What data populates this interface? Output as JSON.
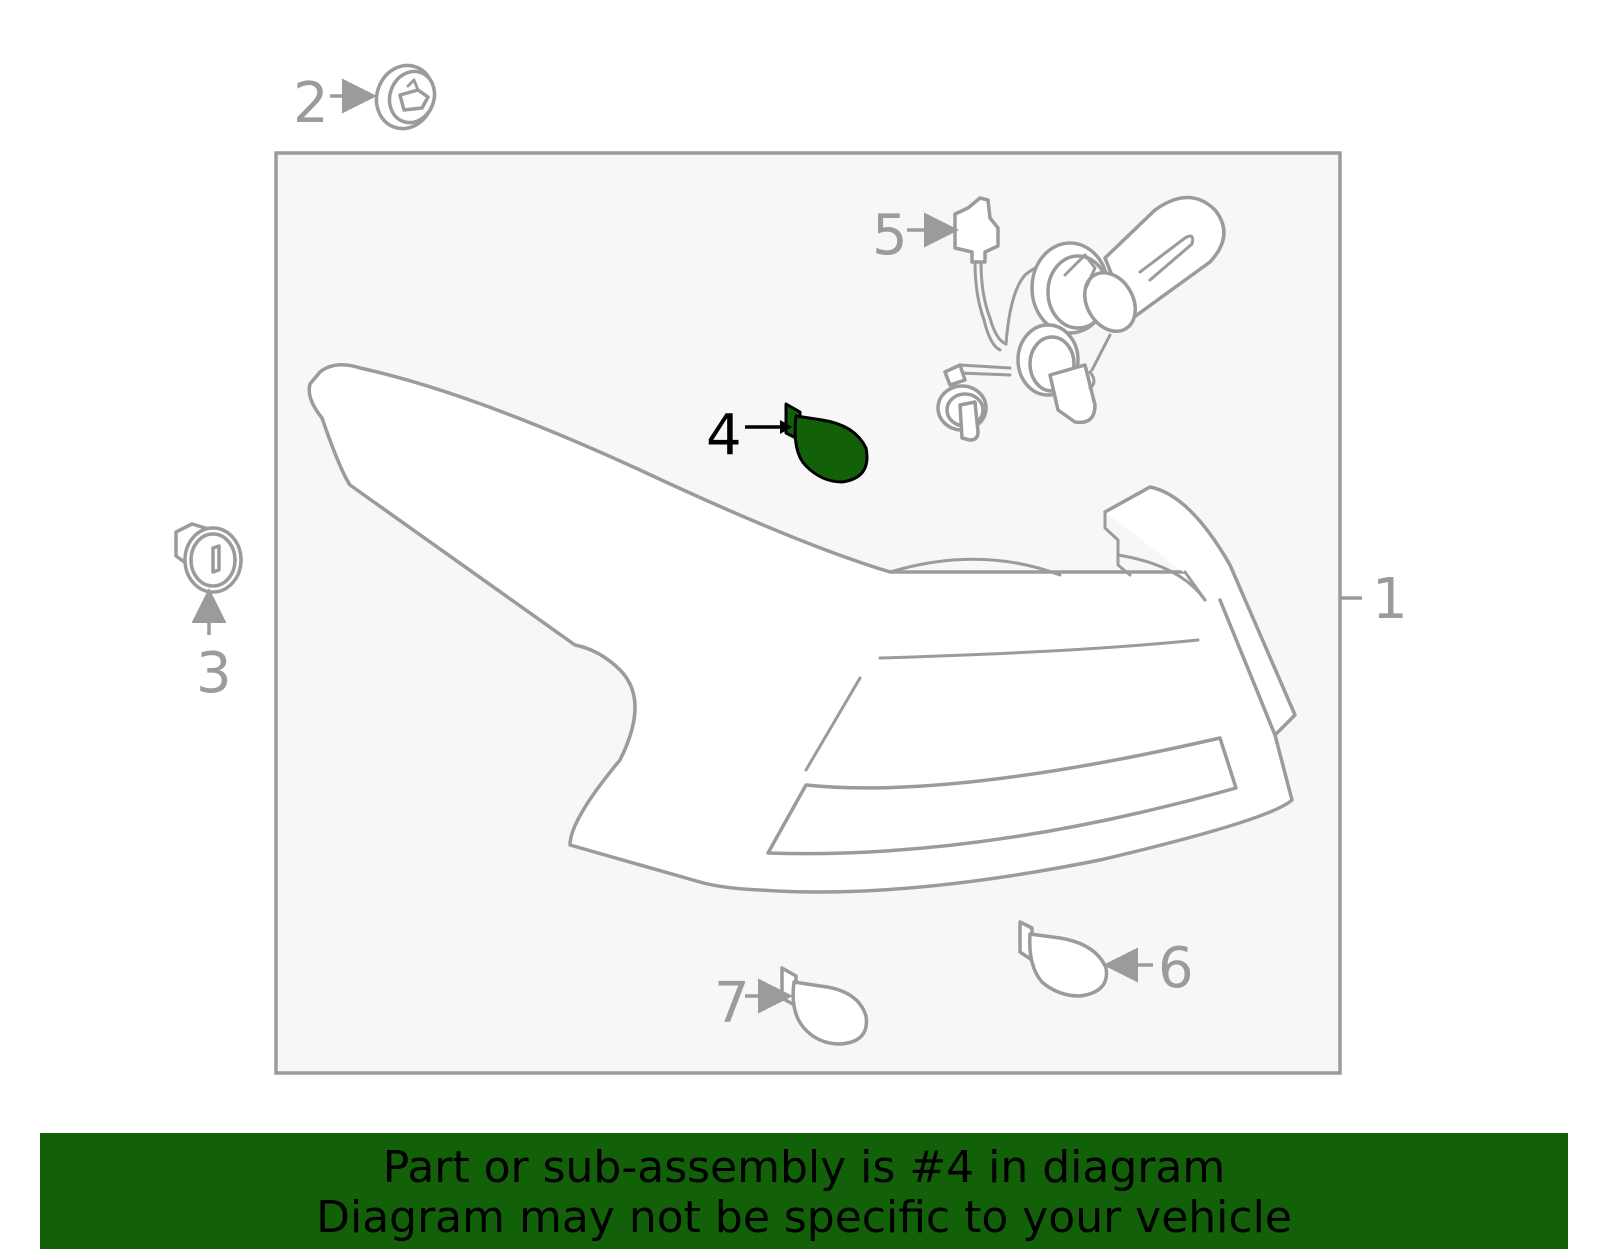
{
  "diagram": {
    "callouts": [
      {
        "id": "1",
        "label": "1"
      },
      {
        "id": "2",
        "label": "2"
      },
      {
        "id": "3",
        "label": "3"
      },
      {
        "id": "4",
        "label": "4",
        "highlighted": true
      },
      {
        "id": "5",
        "label": "5"
      },
      {
        "id": "6",
        "label": "6"
      },
      {
        "id": "7",
        "label": "7"
      }
    ],
    "highlight_color": "#126109",
    "line_color": "#9b9b9b",
    "panel_fill": "#f7f7f7"
  },
  "banner": {
    "line1": "Part or sub-assembly is #4 in diagram",
    "line2": "Diagram may not be specific to your vehicle",
    "background": "#126109"
  }
}
